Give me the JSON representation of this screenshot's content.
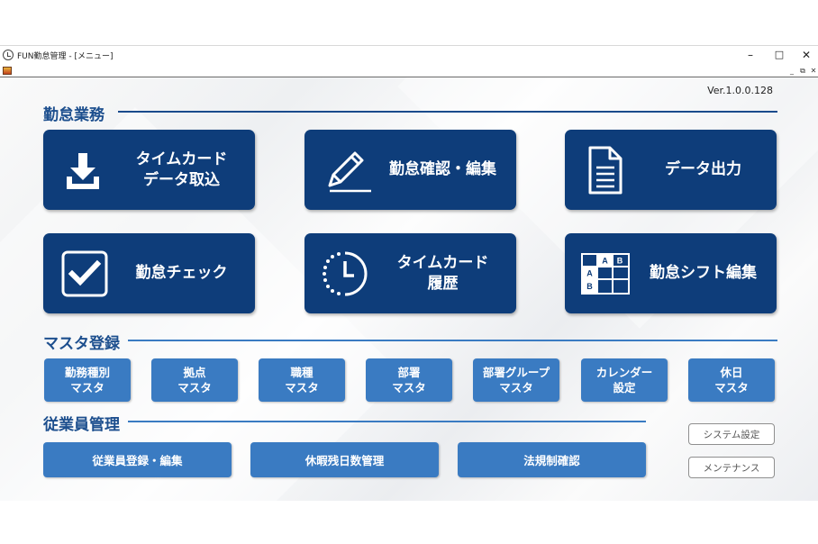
{
  "window": {
    "title": "FUN勤怠管理 - [メニュー]",
    "controls": {
      "minimize": "–",
      "maximize": "□",
      "close": "✕"
    },
    "mdi_controls": {
      "minimize": "_",
      "restore": "⧉",
      "close": "✕"
    }
  },
  "version": "Ver.1.0.0.128",
  "sections": {
    "attendance": {
      "title": "勤怠業務",
      "buttons": [
        {
          "label": "タイムカード\nデータ取込",
          "icon": "download-icon"
        },
        {
          "label": "勤怠確認・編集",
          "icon": "pencil-icon"
        },
        {
          "label": "データ出力",
          "icon": "document-icon"
        },
        {
          "label": "勤怠チェック",
          "icon": "checkbox-icon"
        },
        {
          "label": "タイムカード\n履歴",
          "icon": "clock-history-icon"
        },
        {
          "label": "勤怠シフト編集",
          "icon": "shift-grid-icon"
        }
      ]
    },
    "master": {
      "title": "マスタ登録",
      "buttons": [
        {
          "label": "勤務種別\nマスタ"
        },
        {
          "label": "拠点\nマスタ"
        },
        {
          "label": "職種\nマスタ"
        },
        {
          "label": "部署\nマスタ"
        },
        {
          "label": "部署グループ\nマスタ"
        },
        {
          "label": "カレンダー\n設定"
        },
        {
          "label": "休日\nマスタ"
        }
      ]
    },
    "employee": {
      "title": "従業員管理",
      "buttons": [
        {
          "label": "従業員登録・編集"
        },
        {
          "label": "休暇残日数管理"
        },
        {
          "label": "法規制確認"
        }
      ]
    }
  },
  "system": {
    "settings": "システム設定",
    "maintenance": "メンテナンス"
  },
  "grid_icon_cells": [
    "A",
    "B",
    "A",
    "B"
  ],
  "colors": {
    "primary_dark": "#0e3d7a",
    "primary_light": "#3a7bc2",
    "section_title": "#1d4f8e",
    "attendance_line": "#1a4b8c",
    "master_line": "#3a7bc2"
  }
}
